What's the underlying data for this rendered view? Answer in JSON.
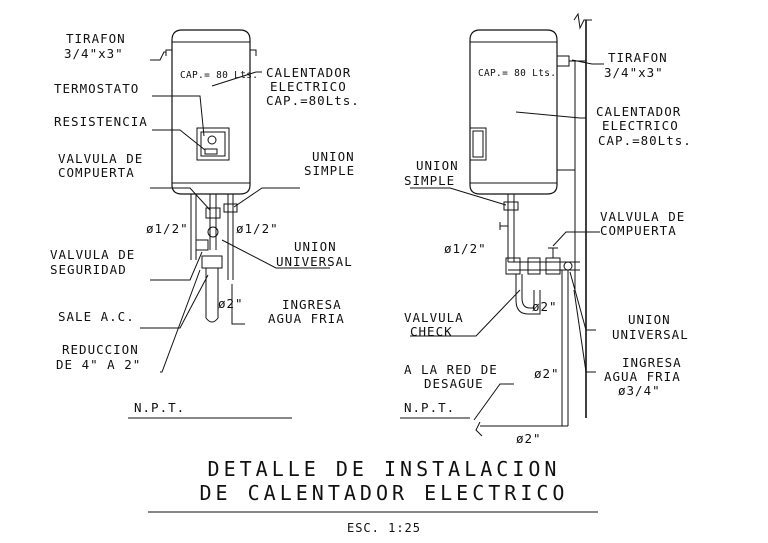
{
  "left": {
    "tank_capacity": "CAP.= 80 Lts.",
    "tirafon": [
      "TIRAFON",
      "3/4\"x3\""
    ],
    "calentador": [
      "CALENTADOR",
      "ELECTRICO",
      "CAP.=80Lts."
    ],
    "termostato": "TERMOSTATO",
    "resistencia": "RESISTENCIA",
    "valvula_compuerta": [
      "VALVULA DE",
      "COMPUERTA"
    ],
    "union_simple": [
      "UNION",
      "SIMPLE"
    ],
    "diam_left": "ø1/2\"",
    "diam_right": "ø1/2\"",
    "valvula_seguridad": [
      "VALVULA DE",
      "SEGURIDAD"
    ],
    "union_universal": [
      "UNION",
      "UNIVERSAL"
    ],
    "sale_ac": "SALE A.C.",
    "diam_2": "ø2\"",
    "ingresa_agua": [
      "INGRESA",
      "AGUA FRIA"
    ],
    "reduccion": [
      "REDUCCION",
      "DE 4\" A 2\""
    ],
    "npt": "N.P.T."
  },
  "right": {
    "tank_capacity": "CAP.= 80 Lts.",
    "tirafon": [
      "TIRAFON",
      "3/4\"x3\""
    ],
    "calentador": [
      "CALENTADOR",
      "ELECTRICO",
      "CAP.=80Lts."
    ],
    "union_simple": [
      "UNION",
      "SIMPLE"
    ],
    "valvula_compuerta": [
      "VALVULA DE",
      "COMPUERTA"
    ],
    "diam_half": "ø1/2\"",
    "diam_2_mid": "ø2\"",
    "valvula_check": [
      "VALVULA",
      "CHECK"
    ],
    "union_universal": [
      "UNION",
      "UNIVERSAL"
    ],
    "ingresa_agua": [
      "INGRESA",
      "AGUA FRIA",
      "ø3/4\""
    ],
    "red_desague": [
      "A LA RED DE",
      "DESAGUE"
    ],
    "diam_2_right": "ø2\"",
    "npt": "N.P.T.",
    "diam_2_bottom": "ø2\""
  },
  "title": [
    "DETALLE DE INSTALACION",
    "DE CALENTADOR ELECTRICO"
  ],
  "scale": "ESC. 1:25"
}
